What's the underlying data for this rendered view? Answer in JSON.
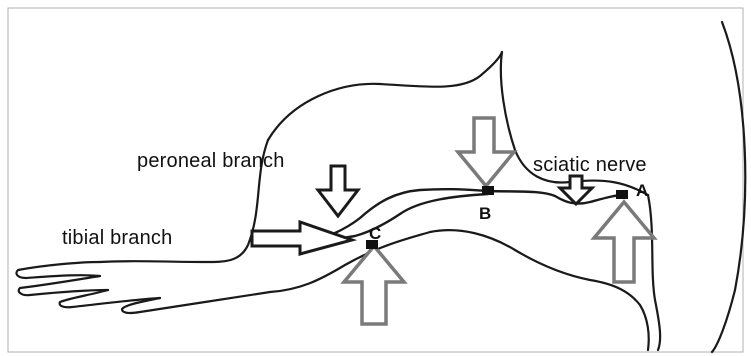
{
  "labels": {
    "peroneal": "peroneal branch",
    "sciatic": "sciatic nerve",
    "tibial": "tibial branch",
    "point_a": "A",
    "point_b": "B",
    "point_c": "C"
  },
  "colors": {
    "outline": "#1a1a1a",
    "arrow_gray": "#7a7a7a",
    "arrow_black": "#1a1a1a",
    "marker": "#111111",
    "background": "#ffffff"
  }
}
